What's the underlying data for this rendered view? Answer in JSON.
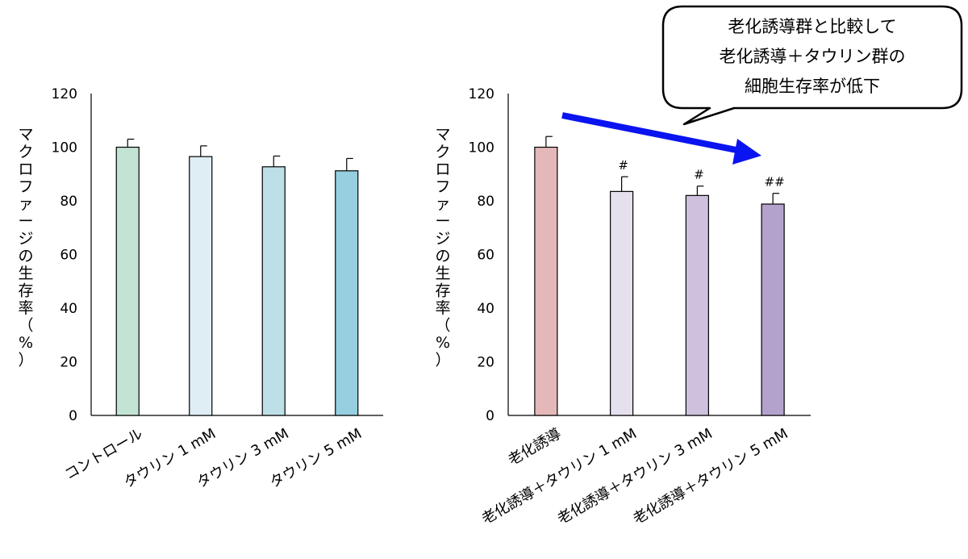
{
  "chart_data": [
    {
      "type": "bar",
      "ylabel": "マクロファージの生存率（%）",
      "ylabel_chars": [
        "マ",
        "ク",
        "ロ",
        "フ",
        "ァ",
        "ー",
        "ジ",
        "の",
        "生",
        "存",
        "率",
        "（",
        "%",
        "）"
      ],
      "ylim": [
        0,
        120
      ],
      "yticks": [
        0,
        20,
        40,
        60,
        80,
        100,
        120
      ],
      "categories": [
        "コントロール",
        "タウリン 1 mM",
        "タウリン 3 mM",
        "タウリン 5 mM"
      ],
      "values": [
        100,
        96.5,
        92.7,
        91.2
      ],
      "errors": [
        3,
        4,
        4,
        4.6
      ],
      "colors": [
        "#c3e4d4",
        "#dfeef5",
        "#bddfe8",
        "#95cfe0"
      ],
      "grid": false
    },
    {
      "type": "bar",
      "ylabel": "マクロファージの生存率（%）",
      "ylabel_chars": [
        "マ",
        "ク",
        "ロ",
        "フ",
        "ァ",
        "ー",
        "ジ",
        "の",
        "生",
        "存",
        "率",
        "（",
        "%",
        "）"
      ],
      "ylim": [
        0,
        120
      ],
      "yticks": [
        0,
        20,
        40,
        60,
        80,
        100,
        120
      ],
      "categories": [
        "老化誘導",
        "老化誘導＋タウリン 1 mM",
        "老化誘導＋タウリン 3 mM",
        "老化誘導＋タウリン 5 mM"
      ],
      "values": [
        100,
        83.5,
        82,
        78.8
      ],
      "errors": [
        4,
        5.5,
        3.5,
        4
      ],
      "colors": [
        "#e4b8b8",
        "#e6dfed",
        "#cdc1dd",
        "#b3a3cc"
      ],
      "significance": [
        "",
        "#",
        "#",
        "##"
      ],
      "grid": false
    }
  ],
  "callout": {
    "lines": [
      "老化誘導群と比較して",
      "老化誘導＋タウリン群の",
      "細胞生存率が低下"
    ]
  },
  "arrow_color": "#0a14f0"
}
